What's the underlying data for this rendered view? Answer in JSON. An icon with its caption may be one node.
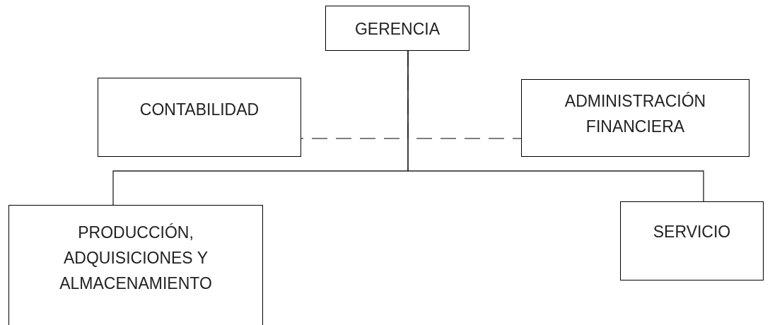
{
  "diagram": {
    "nodes": [
      {
        "text": [
          "GERENCIA"
        ]
      },
      {
        "text": [
          "CONTABILIDAD"
        ]
      },
      {
        "text": [
          "ADMINISTRACIÓN FINANCIERA"
        ]
      },
      {
        "text": [
          "PRODUCCIÓN, ADQUISICIONES Y ALMACENAMIENTO"
        ]
      },
      {
        "text": [
          "SERVICIO"
        ]
      }
    ],
    "edges": [
      {
        "from": 0,
        "to": 1,
        "arrow": "none",
        "style": "dashed"
      },
      {
        "from": 0,
        "to": 2,
        "arrow": "none",
        "style": "dashed"
      },
      {
        "from": 0,
        "to": 3,
        "arrow": "none"
      },
      {
        "from": 0,
        "to": 4,
        "arrow": "none"
      }
    ]
  }
}
